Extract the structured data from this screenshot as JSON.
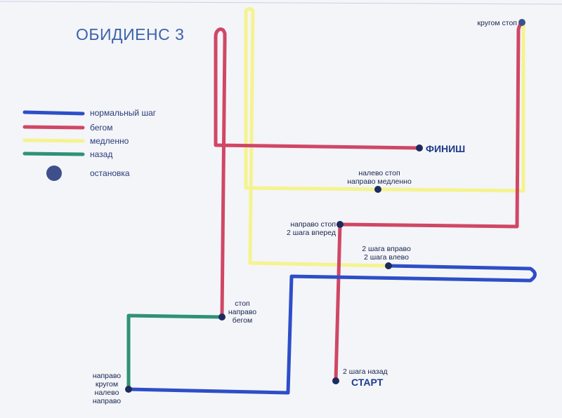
{
  "title": "ОБИДИЕНС 3",
  "colors": {
    "walk": "#2e4ec8",
    "run": "#d04766",
    "slow": "#f4f38f",
    "back": "#2f9179",
    "stop": "#1c2a5e",
    "stop_legend": "#3e4f8b",
    "text": "#17244f",
    "title": "#3d63ad"
  },
  "legend": {
    "walk": "нормальный шаг",
    "run": "бегом",
    "slow": "медленно",
    "back": "назад",
    "stop": "остановка"
  },
  "labels": {
    "finish": "ФИНИШ",
    "start": "СТАРТ",
    "start_note": "2 шага назад",
    "round_stop": "кругом стоп",
    "left_stop_1": "налево стоп",
    "left_stop_2": "направо медленно",
    "right_stop_1": "направо стоп",
    "right_stop_2": "2 шага вперед",
    "steps_1": "2 шага вправо",
    "steps_2": "2 шага влево",
    "stop_run_1": "стоп",
    "stop_run_2": "направо",
    "stop_run_3": "бегом",
    "corner_1": "направо",
    "corner_2": "кругом",
    "corner_3": "налево",
    "corner_4": "направо"
  }
}
